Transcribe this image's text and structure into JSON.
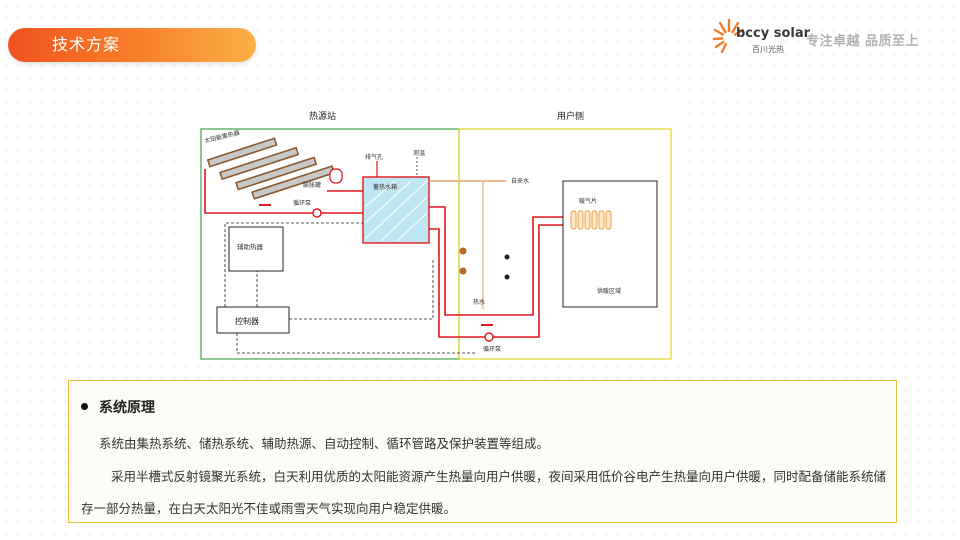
{
  "header": {
    "title": "技术方案",
    "brand": {
      "name": "bccy solar",
      "sub": "百川光热",
      "slogan": "专注卓越 品质至上",
      "accent": "#f47a26"
    }
  },
  "diagram": {
    "station_label": "热源站",
    "user_label": "用户侧",
    "labels": {
      "collector": "太阳能集热器",
      "exhaust": "排气孔",
      "temp_probe": "测温",
      "tank": "蓄热水箱",
      "expansion": "膨胀罐",
      "pump": "循环泵",
      "tap_water": "自来水",
      "heater": "辅助热器",
      "controller": "控制器",
      "hot_water": "热水",
      "radiator": "暖气片",
      "heating_area": "供暖区域",
      "user_pump": "循环泵"
    },
    "colors": {
      "pipe_hot": "#e0161b",
      "station_border": "#3ea34a",
      "user_border": "#e6d628",
      "tank_fill": "#bfe6f2",
      "tap_pipe": "#f0a86c"
    }
  },
  "principle": {
    "heading": "系统原理",
    "line1": "系统由集热系统、储热系统、辅助热源、自动控制、循环管路及保护装置等组成。",
    "para": "采用半槽式反射镜聚光系统，白天利用优质的太阳能资源产生热量向用户供暖，夜间采用低价谷电产生热量向用户供暖，同时配备储能系统储存一部分热量，在白天太阳光不佳或雨雪天气实现向用户稳定供暖。"
  }
}
